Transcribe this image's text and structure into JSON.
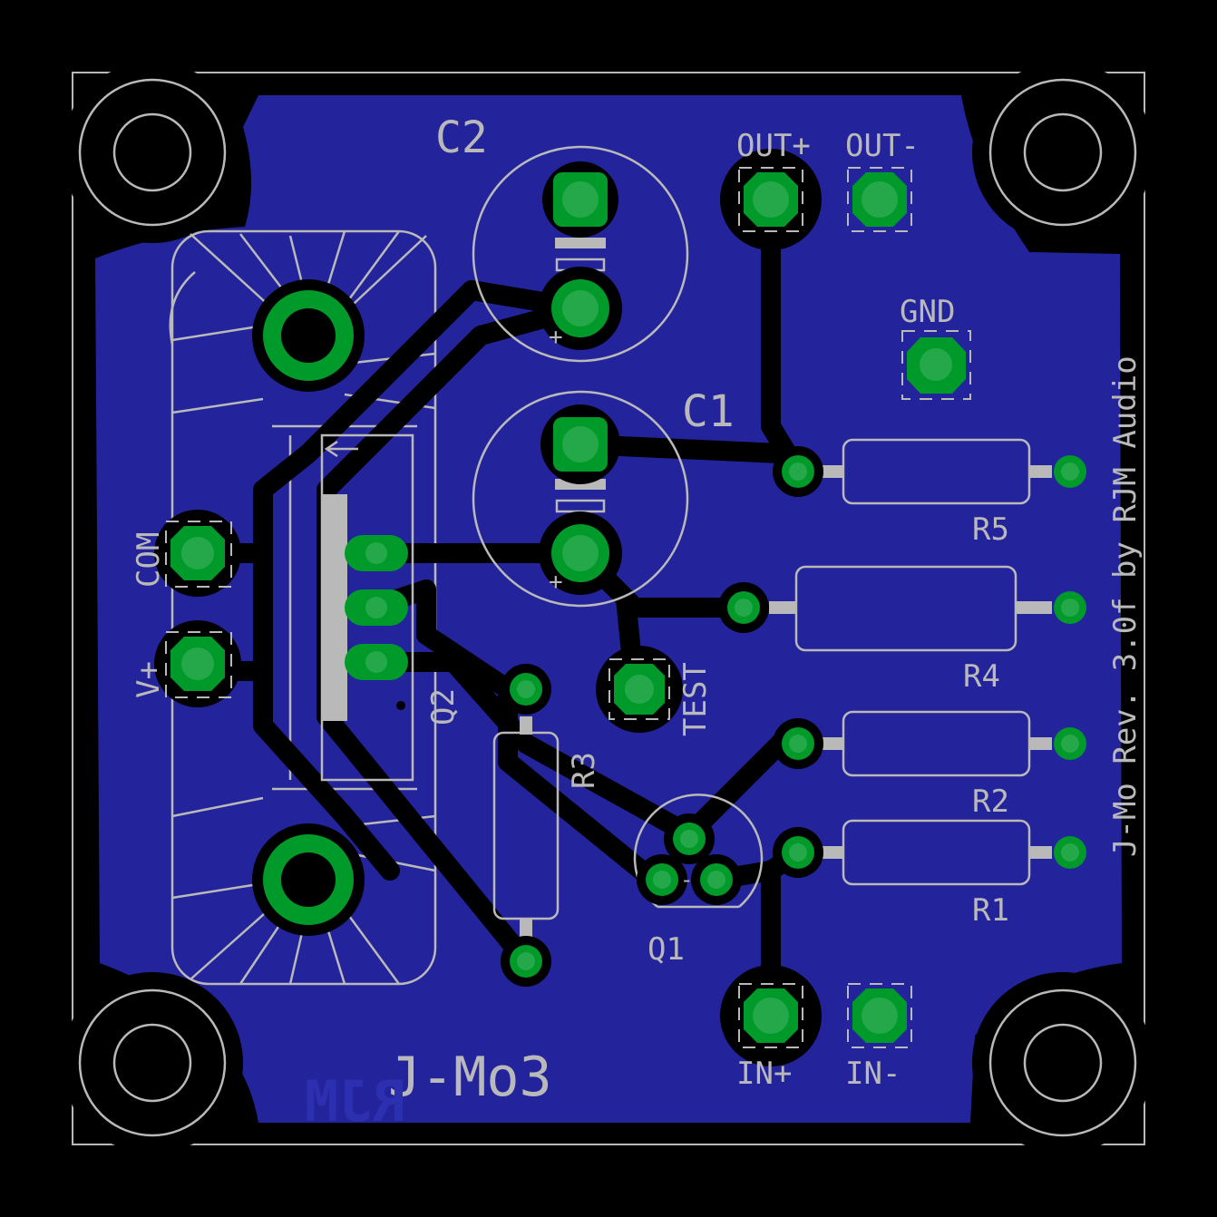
{
  "board": {
    "title": "J-Mo3",
    "credit": "J-Mo Rev. 3.0f by RJM Audio",
    "logo_text": "RJM",
    "colors": {
      "background": "#000000",
      "copper_pour": "#23239b",
      "pad": "#009a2a",
      "silkscreen": "#b9b9b9"
    }
  },
  "components": {
    "c1": "C1",
    "c2": "C2",
    "q1": "Q1",
    "q2": "Q2",
    "r1": "R1",
    "r2": "R2",
    "r3": "R3",
    "r4": "R4",
    "r5": "R5"
  },
  "connectors": {
    "out_plus": "OUT+",
    "out_minus": "OUT-",
    "gnd": "GND",
    "com": "COM",
    "v_plus": "V+",
    "test": "TEST",
    "in_plus": "IN+",
    "in_minus": "IN-"
  },
  "polarity": {
    "plus": "+",
    "minus": "-"
  }
}
